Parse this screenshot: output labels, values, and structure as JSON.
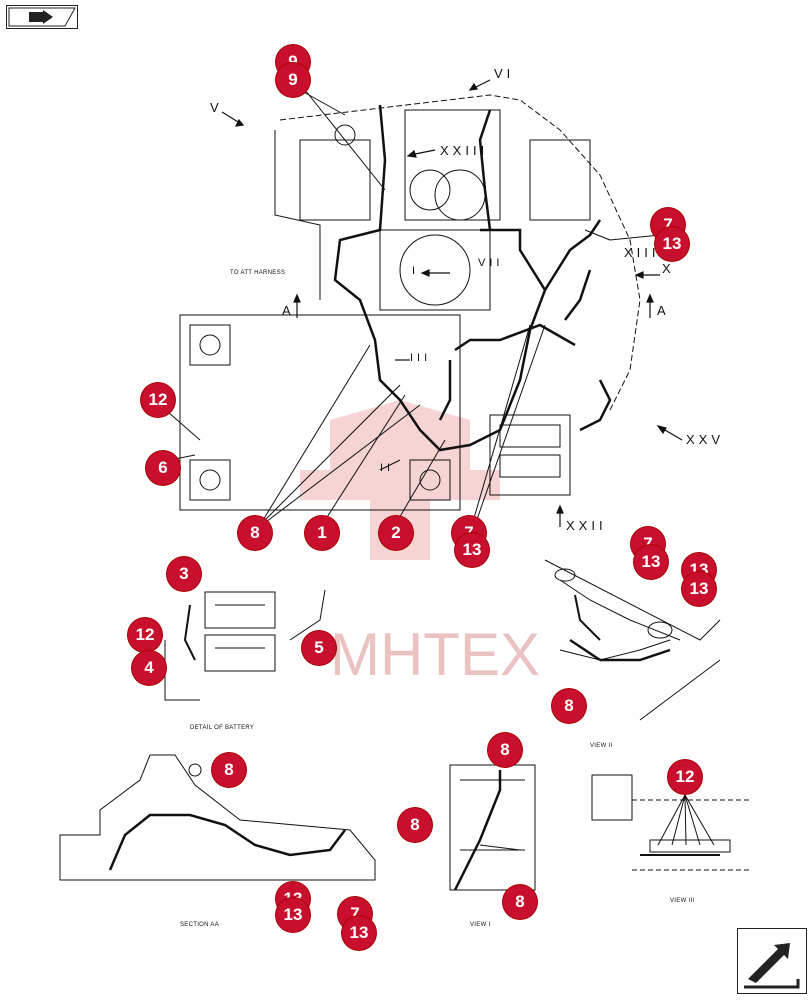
{
  "navigation": {
    "top_icon": "book-arrow-icon",
    "bottom_icon": "next-page-arrow-icon"
  },
  "watermark": {
    "text": "МНТЕХ",
    "color": "#e8a0a0"
  },
  "colors": {
    "callout": "#c8102e",
    "line": "#111111"
  },
  "view_labels": {
    "v": "V",
    "vi": "VI",
    "xiii_top": "XXIII",
    "xiii_right": "XIII",
    "x": "X",
    "a_left": "A",
    "a_right": "A",
    "xxv": "XXV",
    "xxii": "XXII",
    "i": "I",
    "ii": "II",
    "iii": "III",
    "vii": "VII"
  },
  "texts": {
    "to_att_harness": "TO ATT HARNESS",
    "detail_battery": "DETAIL OF BATTERY",
    "view_ii": "VIEW II",
    "view_iii": "VIEW III",
    "section_aa": "SECTION AA",
    "view_i": "VIEW I"
  },
  "callouts": [
    {
      "num": "9"
    },
    {
      "num": "9"
    },
    {
      "num": "7"
    },
    {
      "num": "13"
    },
    {
      "num": "12"
    },
    {
      "num": "6"
    },
    {
      "num": "8"
    },
    {
      "num": "1"
    },
    {
      "num": "2"
    },
    {
      "num": "7"
    },
    {
      "num": "13"
    },
    {
      "num": "3"
    },
    {
      "num": "12"
    },
    {
      "num": "4"
    },
    {
      "num": "5"
    },
    {
      "num": "7"
    },
    {
      "num": "13"
    },
    {
      "num": "13"
    },
    {
      "num": "13"
    },
    {
      "num": "8"
    },
    {
      "num": "8"
    },
    {
      "num": "13"
    },
    {
      "num": "13"
    },
    {
      "num": "7"
    },
    {
      "num": "13"
    },
    {
      "num": "8"
    },
    {
      "num": "8"
    },
    {
      "num": "8"
    },
    {
      "num": "12"
    }
  ]
}
